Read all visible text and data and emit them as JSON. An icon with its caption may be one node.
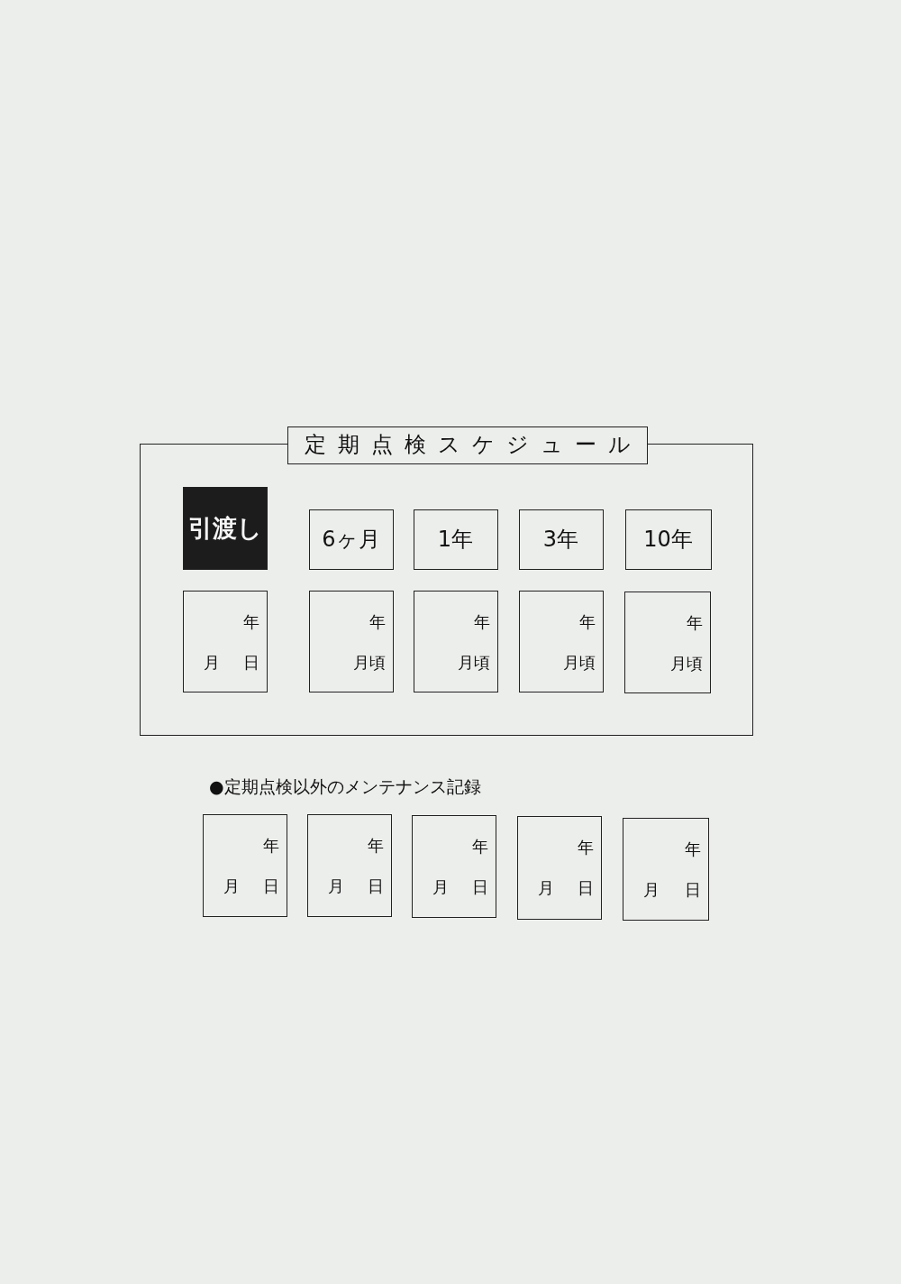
{
  "diagram": {
    "nodes": [
      {
        "text": [
          "定期点検スケジュール"
        ]
      },
      {
        "text": [
          "引渡し"
        ],
        "in": 0
      },
      {
        "text": [
          "6ヶ月"
        ],
        "in": 0
      },
      {
        "text": [
          "1年"
        ],
        "in": 0
      },
      {
        "text": [
          "3年"
        ],
        "in": 0
      },
      {
        "text": [
          "10年"
        ],
        "in": 0
      },
      {
        "text": [
          "年",
          "月",
          "日"
        ],
        "in": 0
      },
      {
        "text": [
          "年",
          "月頃"
        ],
        "in": 0
      },
      {
        "text": [
          "年",
          "月頃"
        ],
        "in": 0
      },
      {
        "text": [
          "年",
          "月頃"
        ],
        "in": 0
      },
      {
        "text": [
          "年",
          "月頃"
        ],
        "in": 0
      },
      {
        "text": [
          "年",
          "月",
          "日"
        ]
      },
      {
        "text": [
          "年",
          "月",
          "日"
        ]
      },
      {
        "text": [
          "年",
          "月",
          "日"
        ]
      },
      {
        "text": [
          "年",
          "月",
          "日"
        ]
      },
      {
        "text": [
          "年",
          "月",
          "日"
        ]
      }
    ],
    "labels": [
      "●定期点検以外のメンテナンス記録"
    ]
  }
}
